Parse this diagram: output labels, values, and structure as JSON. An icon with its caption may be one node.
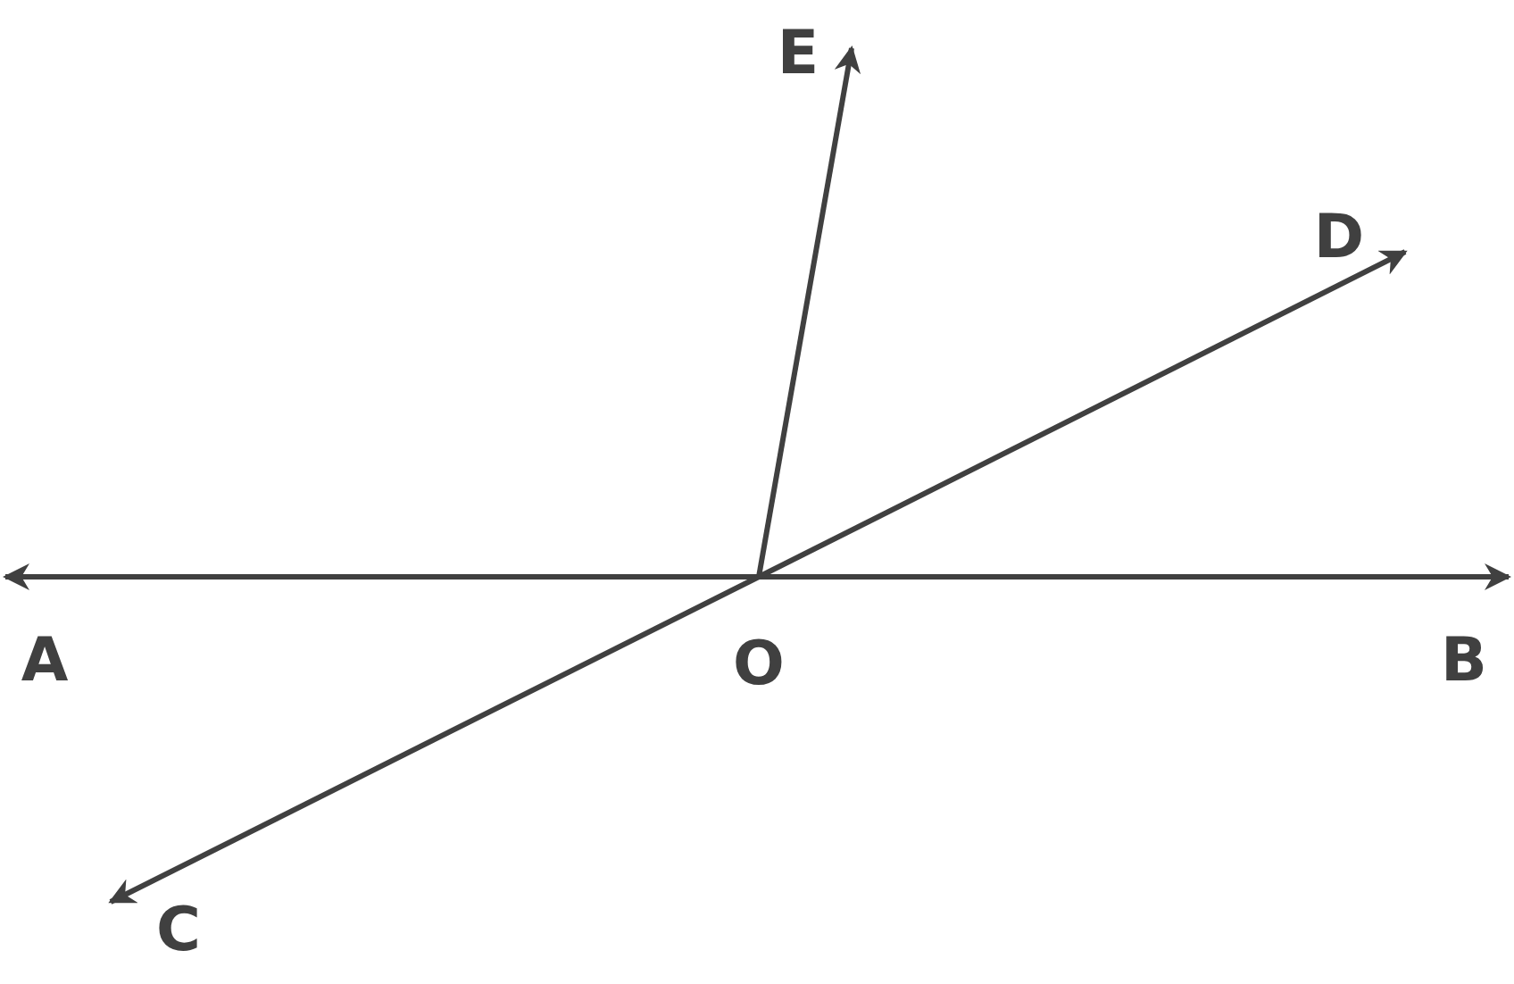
{
  "diagram": {
    "nodes": [
      {
        "text": [
          "E"
        ]
      },
      {
        "text": [
          "D"
        ]
      },
      {
        "text": [
          "A"
        ]
      },
      {
        "text": [
          "O"
        ]
      },
      {
        "text": [
          "B"
        ]
      },
      {
        "text": [
          "C"
        ]
      }
    ],
    "edges": [
      {
        "from": 3,
        "to": 2,
        "arrow": "to"
      },
      {
        "from": 3,
        "to": 4,
        "arrow": "to"
      },
      {
        "from": 3,
        "to": 5,
        "arrow": "to"
      },
      {
        "from": 3,
        "to": 1,
        "arrow": "to"
      },
      {
        "from": 3,
        "to": 0,
        "arrow": "to"
      }
    ]
  }
}
